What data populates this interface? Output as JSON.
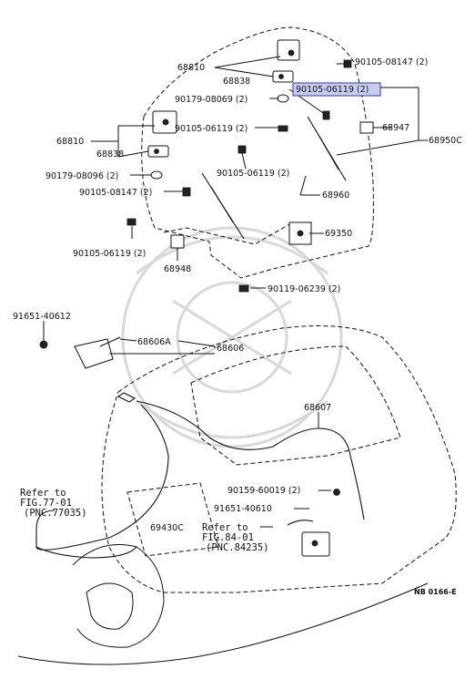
{
  "callouts": {
    "p68810_top": "68810",
    "p68838_top": "68838",
    "p90105_08147_top": "90105-08147 (2)",
    "p90105_06119_hl": "90105-06119 (2)",
    "p90179_08069": "90179-08069 (2)",
    "p90105_06119_b": "90105-06119 (2)",
    "p68947": "68947",
    "p68950C": "68950C",
    "p68810_left": "68810",
    "p68838_left": "68838",
    "p90179_08096": "90179-08096 (2)",
    "p90105_06119_c": "90105-06119 (2)",
    "p90105_08147_left": "90105-08147 (2)",
    "p68960": "68960",
    "p69350": "69350",
    "p90105_06119_d": "90105-06119 (2)",
    "p68948": "68948",
    "p90119_06239": "90119-06239 (2)",
    "p91651_40612": "91651-40612",
    "p68606A": "68606A",
    "p68606": "68606",
    "p68607": "68607",
    "p90159_60019": "90159-60019 (2)",
    "p91651_40610": "91651-40610",
    "p69430C": "69430C",
    "ref_fig77": [
      "Refer to",
      "FIG.77-01",
      "(PNC.77035)"
    ],
    "ref_fig84": [
      "Refer to",
      "FIG.84-01",
      "(PNC.84235)"
    ]
  },
  "diagram_code": "NB 0166-E",
  "colors": {
    "highlight_fill": "#c8cdf0",
    "highlight_stroke": "#2b3aa8",
    "ink": "#111111"
  }
}
